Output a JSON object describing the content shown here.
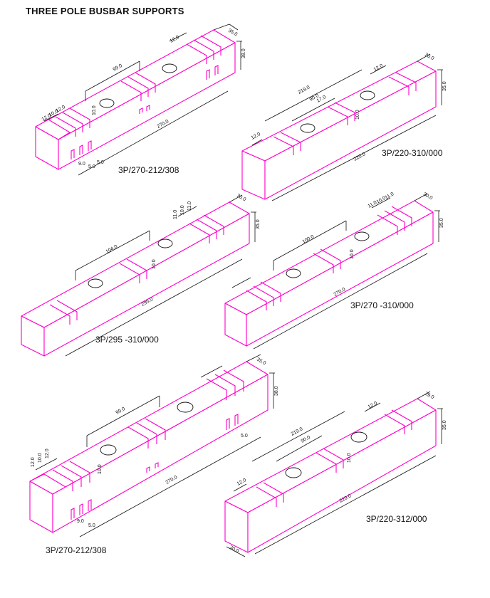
{
  "page": {
    "title": "THREE POLE BUSBAR SUPPORTS"
  },
  "colors": {
    "outline": "#ff00cc",
    "dimension": "#111111",
    "background": "#ffffff"
  },
  "supports": [
    {
      "id": "a",
      "label": "3P/270-212/308",
      "dims": {
        "length": "270.0",
        "pitch": "99.0",
        "width": "35.0",
        "height": "38.0",
        "slot_a": "12.0",
        "slot_b": "10.0",
        "slot_c": "12.0",
        "slot_d": "12.0",
        "depth": "10.0",
        "small_a": "5.0",
        "small_b": "5.0",
        "small_c": "9.0"
      }
    },
    {
      "id": "b",
      "label": "3P/220-310/000",
      "dims": {
        "length": "220.0",
        "pitch_a": "219.0",
        "pitch_b": "90.0",
        "width": "30.0",
        "height": "35.0",
        "slot_a": "12.0",
        "slot_b": "12.0",
        "small": "17.0",
        "depth": "10.0"
      }
    },
    {
      "id": "c",
      "label": "3P/295 -310/000",
      "dims": {
        "length": "295.0",
        "pitch": "104.0",
        "width": "30.0",
        "height": "35.0",
        "slot_a": "11.0",
        "slot_b": "10.0",
        "slot_c": "11.0",
        "depth": "10.0"
      }
    },
    {
      "id": "d",
      "label": "3P/270 -310/000",
      "dims": {
        "length": "270.0",
        "pitch": "100.0",
        "width": "30.0",
        "height": "35.0",
        "slot_a": "11.0",
        "slot_b": "10.0",
        "slot_c": "11.0",
        "depth": "10.0"
      }
    },
    {
      "id": "e",
      "label": "3P/270-212/308",
      "dims": {
        "length": "270.0",
        "pitch": "99.0",
        "width": "35.0",
        "height": "38.0",
        "slot_a": "12.0",
        "slot_b": "10.0",
        "slot_c": "12.0",
        "depth": "10.0",
        "small_a": "5.0",
        "small_b": "5.0",
        "small_c": "9.0"
      }
    },
    {
      "id": "f",
      "label": "3P/220-312/000",
      "dims": {
        "length": "220.0",
        "pitch_a": "219.0",
        "pitch_b": "90.0",
        "width": "29.0",
        "height": "35.0",
        "base": "30.0",
        "slot_a": "12.0",
        "slot_b": "12.0",
        "depth": "10.0"
      }
    }
  ]
}
